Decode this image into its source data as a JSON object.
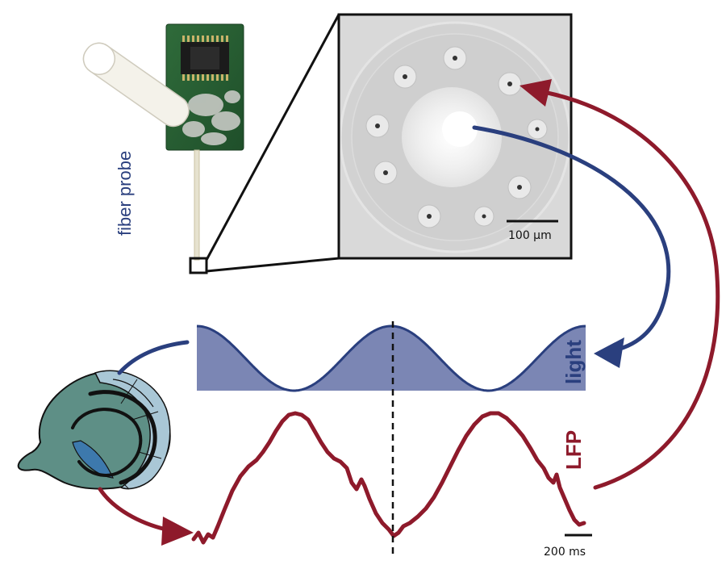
{
  "labels": {
    "fiber_probe": "fiber probe",
    "scale_bar": "100 µm",
    "light": "light",
    "lfp": "LFP",
    "time_scale": "200 ms"
  },
  "colors": {
    "blue": "#2a3f7e",
    "light_fill": "#7b86b4",
    "red": "#8e1a2b",
    "black": "#111111"
  },
  "icons": {
    "probe_photo": "fiber-probe-device-icon",
    "fiber_cross_section": "fiber-cross-section-micrograph",
    "brain": "hippocampus-brain-icon"
  }
}
